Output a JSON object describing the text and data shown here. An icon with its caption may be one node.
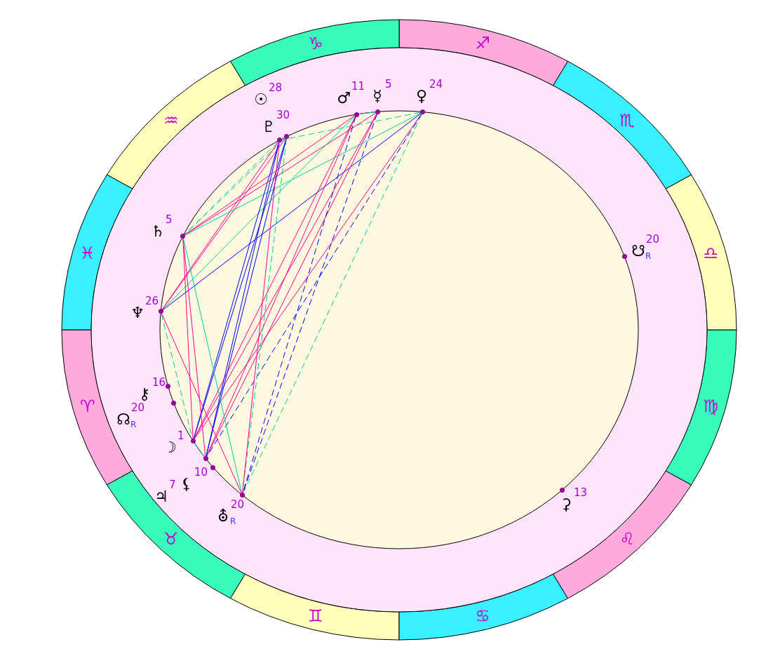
{
  "diagram": {
    "nodes": [
      {
        "text": [
          "♈"
        ]
      },
      {
        "text": [
          "♉"
        ]
      },
      {
        "text": [
          "♊"
        ]
      },
      {
        "text": [
          "♋"
        ]
      },
      {
        "text": [
          "♌"
        ]
      },
      {
        "text": [
          "♍"
        ]
      },
      {
        "text": [
          "♎"
        ]
      },
      {
        "text": [
          "♏"
        ]
      },
      {
        "text": [
          "♐"
        ]
      },
      {
        "text": [
          "♑"
        ]
      },
      {
        "text": [
          "♒"
        ]
      },
      {
        "text": [
          "♓"
        ]
      },
      {
        "text": [],
        "shape": "circle",
        "beside": [
          "☉",
          "28"
        ]
      },
      {
        "text": [],
        "shape": "circle",
        "beside": [
          "♇",
          "30"
        ]
      },
      {
        "text": [],
        "shape": "circle",
        "beside": [
          "♂",
          "11"
        ]
      },
      {
        "text": [],
        "shape": "circle",
        "beside": [
          "☿",
          "5"
        ]
      },
      {
        "text": [],
        "shape": "circle",
        "beside": [
          "♀",
          "24"
        ]
      },
      {
        "text": [],
        "shape": "circle",
        "beside": [
          "♄",
          "5"
        ]
      },
      {
        "text": [],
        "shape": "circle",
        "beside": [
          "☋",
          "20",
          "R"
        ]
      },
      {
        "text": [],
        "shape": "circle",
        "beside": [
          "♆",
          "26"
        ]
      },
      {
        "text": [],
        "shape": "circle",
        "beside": [
          "⚷",
          "16"
        ]
      },
      {
        "text": [],
        "shape": "circle",
        "beside": [
          "☊",
          "20",
          "R"
        ]
      },
      {
        "text": [],
        "shape": "circle",
        "beside": [
          "☽",
          "1"
        ]
      },
      {
        "text": [],
        "shape": "circle",
        "beside": [
          "⚸",
          "10"
        ]
      },
      {
        "text": [],
        "shape": "circle",
        "beside": [
          "♃",
          "7"
        ]
      },
      {
        "text": [],
        "shape": "circle",
        "beside": [
          "⛢",
          "20",
          "R"
        ]
      },
      {
        "text": [],
        "shape": "circle",
        "beside": [
          "⚳",
          "13"
        ]
      }
    ],
    "edges": [
      {
        "from": 16,
        "to": 19,
        "arrow": "none",
        "color": "#0000ff"
      },
      {
        "from": 16,
        "to": 22,
        "arrow": "none"
      },
      {
        "from": 16,
        "to": 24,
        "arrow": "none",
        "style": "dashed",
        "color": "#0000ff"
      },
      {
        "from": 16,
        "to": 25,
        "arrow": "none",
        "style": "dashed",
        "color": "#00cc99"
      },
      {
        "from": 16,
        "to": 17,
        "arrow": "none",
        "color": "#00cc99"
      },
      {
        "from": 16,
        "to": 13,
        "arrow": "none",
        "style": "dashed",
        "color": "#00cc99"
      },
      {
        "from": 14,
        "to": 15,
        "arrow": "none",
        "color": "#00cc99"
      },
      {
        "from": 15,
        "to": 17,
        "arrow": "none"
      },
      {
        "from": 15,
        "to": 22,
        "arrow": "none"
      },
      {
        "from": 15,
        "to": 24,
        "arrow": "none"
      },
      {
        "from": 15,
        "to": 25,
        "arrow": "none",
        "style": "dashed",
        "color": "#0000ff"
      },
      {
        "from": 14,
        "to": 17,
        "arrow": "none"
      },
      {
        "from": 14,
        "to": 19,
        "arrow": "none",
        "color": "#00cc99"
      },
      {
        "from": 14,
        "to": 22,
        "arrow": "none"
      },
      {
        "from": 14,
        "to": 24,
        "arrow": "none"
      },
      {
        "from": 14,
        "to": 25,
        "arrow": "none",
        "style": "dashed",
        "color": "#0000ff"
      },
      {
        "from": 12,
        "to": 13,
        "arrow": "none",
        "color": "#00cc99"
      },
      {
        "from": 12,
        "to": 19,
        "arrow": "none"
      },
      {
        "from": 12,
        "to": 22,
        "arrow": "none",
        "color": "#0000ff"
      },
      {
        "from": 12,
        "to": 24,
        "arrow": "none",
        "color": "#0000ff"
      },
      {
        "from": 12,
        "to": 25,
        "arrow": "none",
        "style": "dashed",
        "color": "#00cc99"
      },
      {
        "from": 12,
        "to": 17,
        "arrow": "none",
        "style": "dashed",
        "color": "#00cc99"
      },
      {
        "from": 13,
        "to": 19,
        "arrow": "none"
      },
      {
        "from": 13,
        "to": 22,
        "arrow": "none",
        "color": "#0000ff"
      },
      {
        "from": 13,
        "to": 24,
        "arrow": "none",
        "color": "#0000ff"
      },
      {
        "from": 13,
        "to": 25,
        "arrow": "none"
      },
      {
        "from": 13,
        "to": 17,
        "arrow": "none",
        "style": "dashed",
        "color": "#00cc99"
      },
      {
        "from": 17,
        "to": 22,
        "arrow": "none"
      },
      {
        "from": 17,
        "to": 24,
        "arrow": "none"
      },
      {
        "from": 17,
        "to": 25,
        "arrow": "none",
        "color": "#00cc99"
      },
      {
        "from": 19,
        "to": 25,
        "arrow": "none"
      },
      {
        "from": 19,
        "to": 22,
        "arrow": "none",
        "style": "dashed",
        "color": "#00cc99"
      },
      {
        "from": 22,
        "to": 24,
        "arrow": "none",
        "color": "#00cc99"
      }
    ]
  }
}
